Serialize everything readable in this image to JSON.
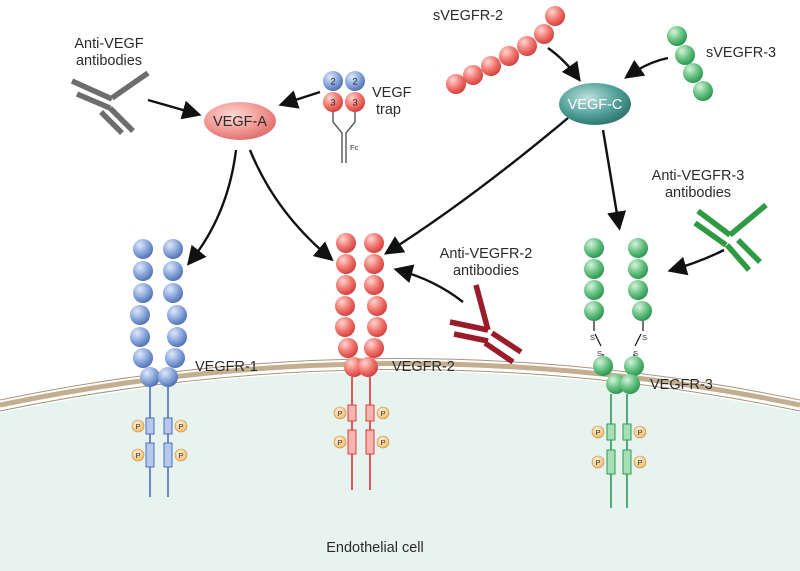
{
  "labels": {
    "anti_vegf_line1": "Anti-VEGF",
    "anti_vegf_line2": "antibodies",
    "vegf_a": "VEGF-A",
    "vegf_trap_line1": "VEGF",
    "vegf_trap_line2": "trap",
    "trap_domain_top": "2",
    "trap_domain_bottom": "3",
    "fc": "Fc",
    "svegfr2": "sVEGFR-2",
    "svegfr3": "sVEGFR-3",
    "vegf_c": "VEGF-C",
    "anti_vegfr3_line1": "Anti-VEGFR-3",
    "anti_vegfr3_line2": "antibodies",
    "anti_vegfr2_line1": "Anti-VEGFR-2",
    "anti_vegfr2_line2": "antibodies",
    "vegfr1": "VEGFR-1",
    "vegfr2": "VEGFR-2",
    "vegfr3": "VEGFR-3",
    "disulfide": "S",
    "phospho": "P",
    "cell": "Endothelial cell"
  },
  "colors": {
    "vegfr1_blue": "#7f9fd6",
    "vegfr2_red": "#f07272",
    "vegfr3_green": "#5fbf7a",
    "vegf_a_pink": "#f08c8c",
    "vegf_c_teal": "#3f8f8a",
    "anti_vegf_gray": "#707070",
    "anti_vegfr2_maroon": "#9b1c2a",
    "anti_vegfr3_green": "#2e9a44",
    "phospho_orange": "#f5c27a",
    "cell_fill": "#e8f4f0",
    "membrane_tan": "#c9b59a"
  }
}
